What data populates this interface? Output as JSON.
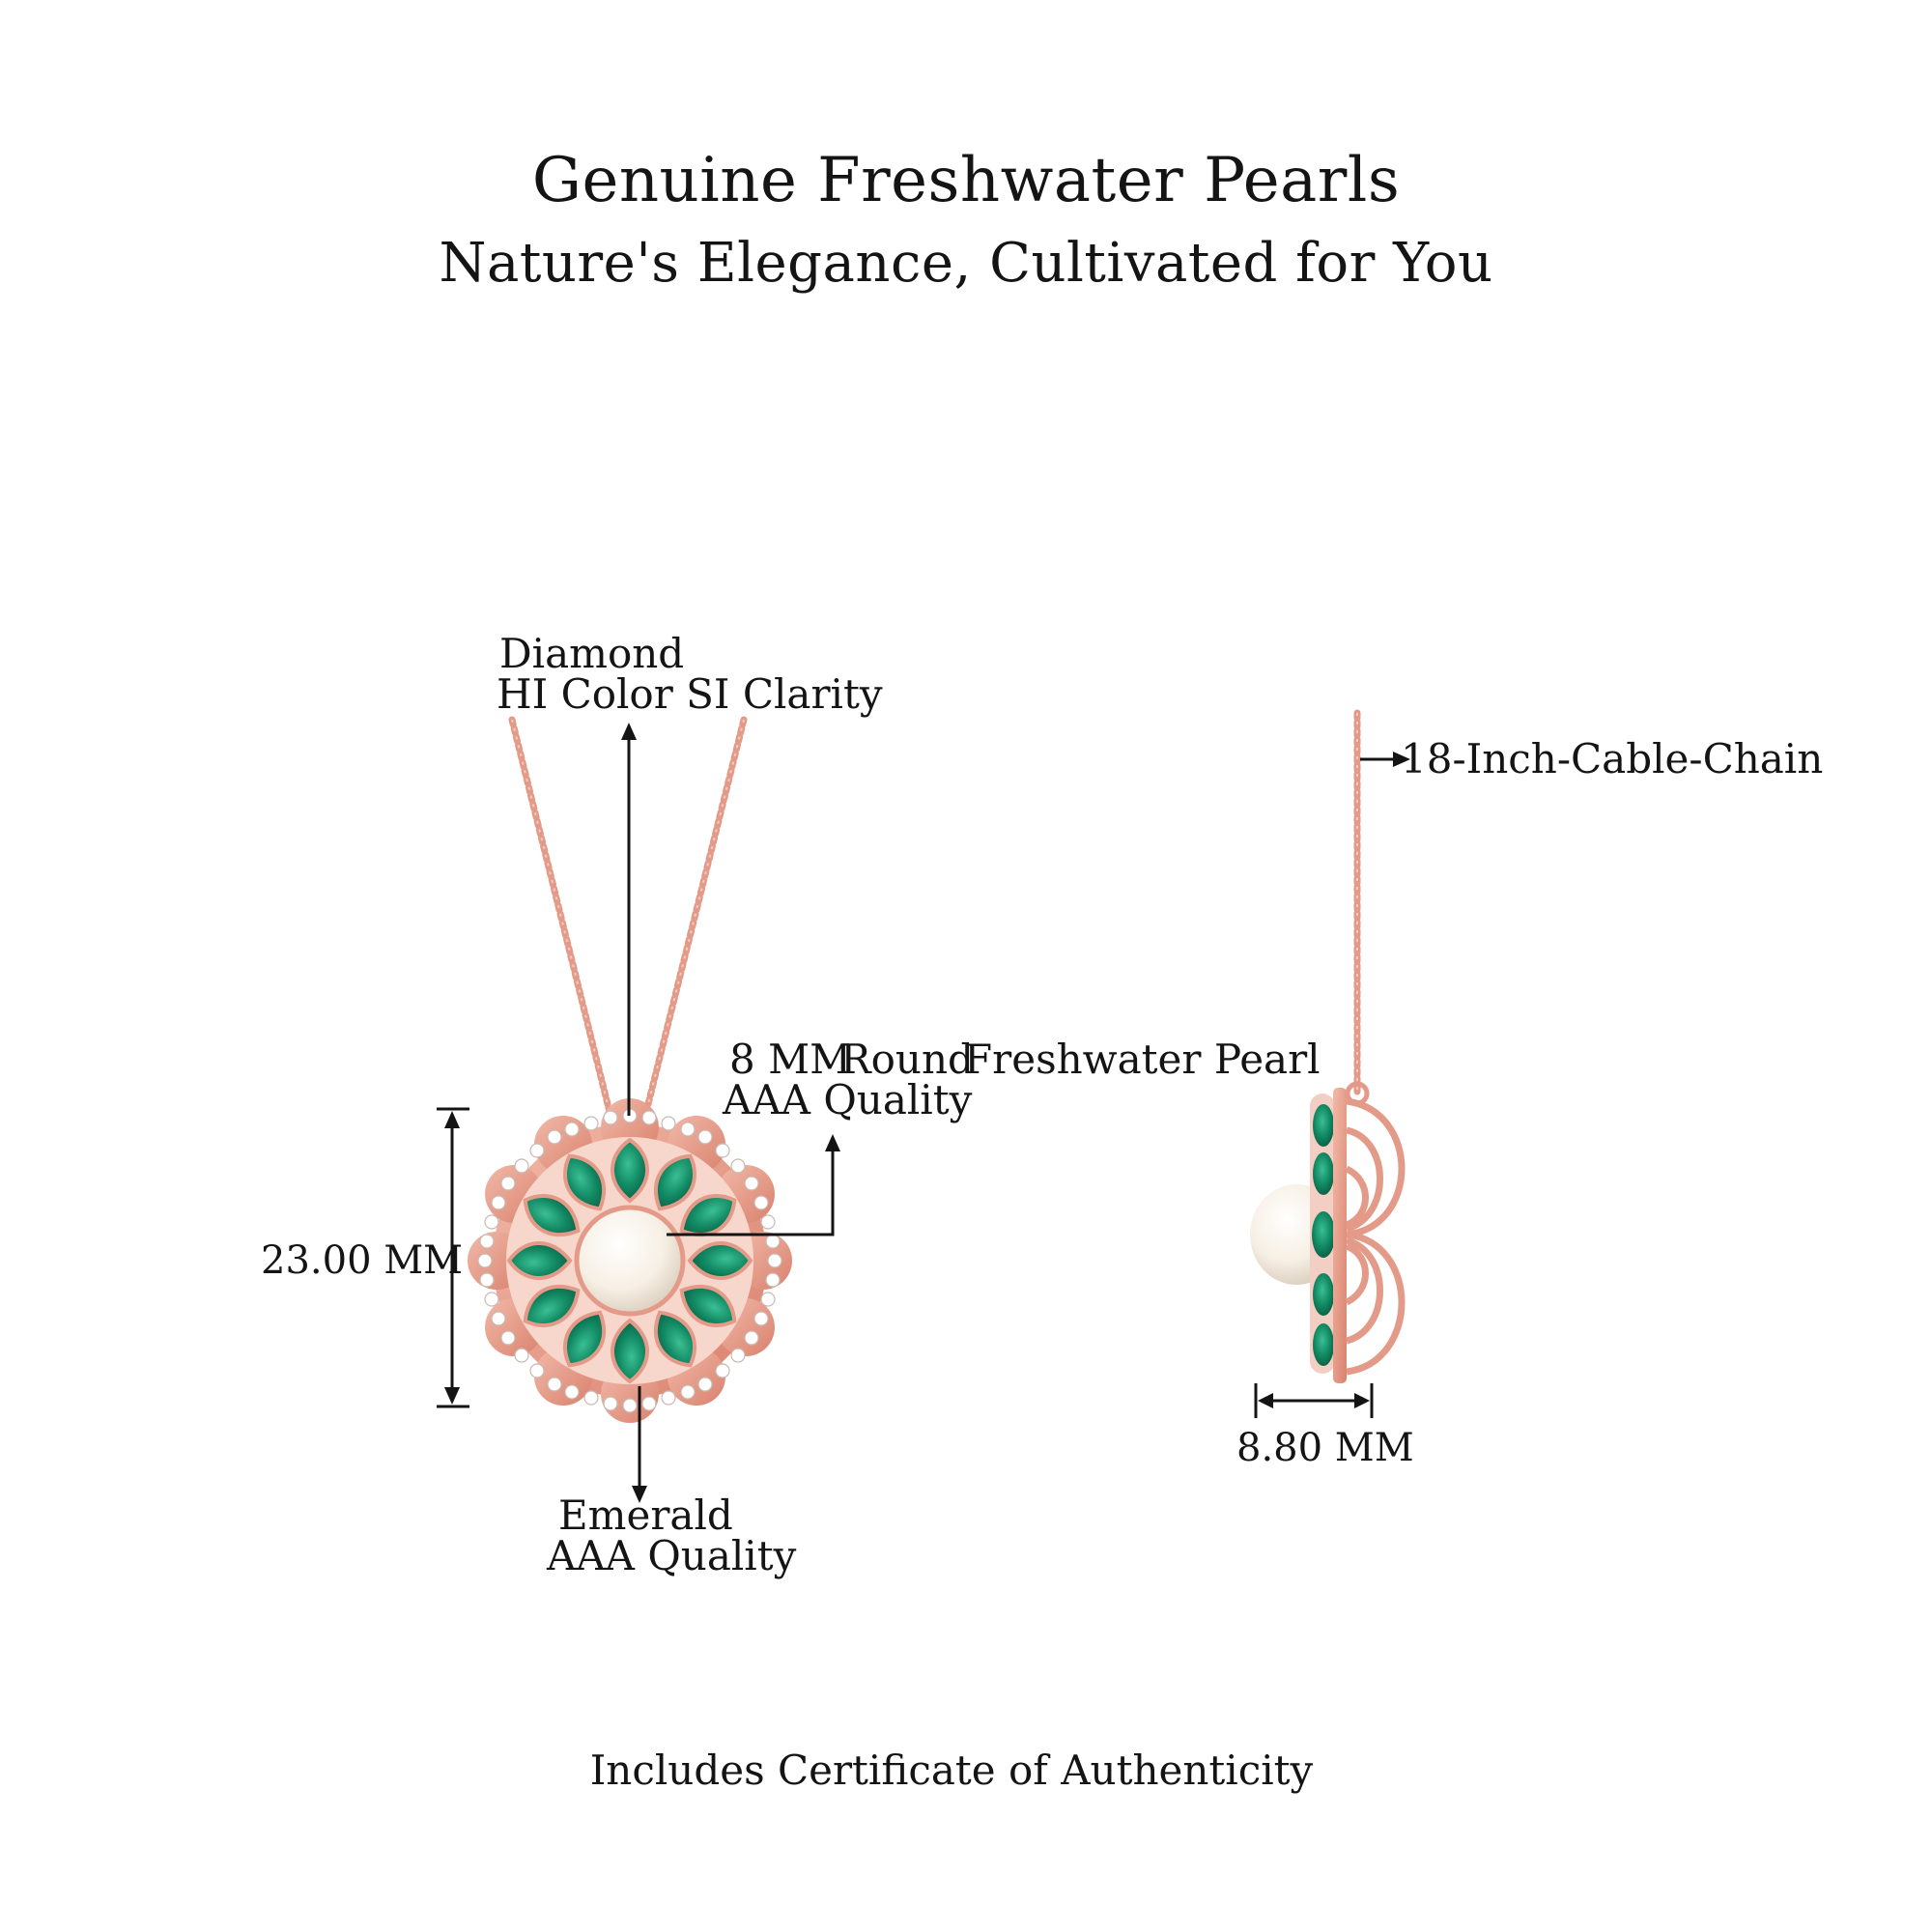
{
  "headline": "Genuine Freshwater Pearls",
  "subheadline": "Nature's Elegance, Cultivated for You",
  "callouts": {
    "diamond": {
      "line1": "Diamond",
      "line2": "HI Color SI Clarity"
    },
    "pearl": {
      "size": "8 MM",
      "shape": "Round",
      "type": "Freshwater Pearl",
      "line2": "AAA Quality"
    },
    "emerald": {
      "line1": "Emerald",
      "line2": "AAA Quality"
    },
    "chain": "18-Inch-Cable-Chain"
  },
  "dimensions": {
    "height": "23.00 MM",
    "depth": "8.80 MM"
  },
  "footer": "Includes Certificate of Authenticity",
  "colors": {
    "rose_gold": "#e49a88",
    "emerald": "#0f7a5b",
    "emerald_light": "#2aa57e",
    "pearl": "#f7f1e8",
    "diamond": "#ffffff",
    "ink": "#141414"
  },
  "icons": {
    "pendant_front": "flower-pendant-front-view",
    "pendant_side": "flower-pendant-side-view"
  }
}
